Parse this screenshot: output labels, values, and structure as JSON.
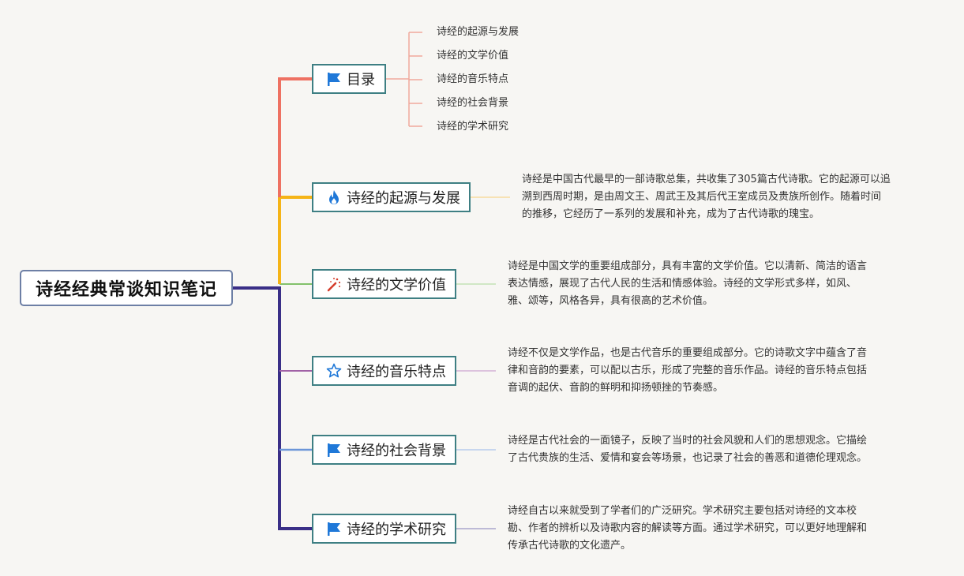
{
  "root": {
    "title": "诗经经典常谈知识笔记"
  },
  "colors": {
    "root_border": "#6d7fa5",
    "topic_border": "#3e7f83",
    "branch_toc": "#ee7162",
    "branch_origin": "#f5b417",
    "branch_value": "#82c16a",
    "branch_music": "#a162a6",
    "branch_society": "#6c96d8",
    "branch_research": "#3a2f87",
    "icon_blue": "#1f78d8",
    "icon_red": "#d43c2b"
  },
  "topics": [
    {
      "label": "目录",
      "icon": "flag-icon"
    },
    {
      "label": "诗经的起源与发展",
      "icon": "fire-icon"
    },
    {
      "label": "诗经的文学价值",
      "icon": "magic-wand-icon"
    },
    {
      "label": "诗经的音乐特点",
      "icon": "star-icon"
    },
    {
      "label": "诗经的社会背景",
      "icon": "flag-icon"
    },
    {
      "label": "诗经的学术研究",
      "icon": "flag-icon"
    }
  ],
  "toc_items": [
    "诗经的起源与发展",
    "诗经的文学价值",
    "诗经的音乐特点",
    "诗经的社会背景",
    "诗经的学术研究"
  ],
  "notes": {
    "origin": [
      "诗经是中国古代最早的一部诗歌总集，共收集了305篇古代诗歌。它的起源可以追",
      "溯到西周时期，是由周文王、周武王及其后代王室成员及贵族所创作。随着时间",
      "的推移，它经历了一系列的发展和补充，成为了古代诗歌的瑰宝。"
    ],
    "value": [
      "诗经是中国文学的重要组成部分，具有丰富的文学价值。它以清新、简洁的语言",
      "表达情感，展现了古代人民的生活和情感体验。诗经的文学形式多样，如风、",
      "雅、颂等，风格各异，具有很高的艺术价值。"
    ],
    "music": [
      "诗经不仅是文学作品，也是古代音乐的重要组成部分。它的诗歌文字中蕴含了音",
      "律和音韵的要素，可以配以古乐，形成了完整的音乐作品。诗经的音乐特点包括",
      "音调的起伏、音韵的鲜明和抑扬顿挫的节奏感。"
    ],
    "society": [
      "诗经是古代社会的一面镜子，反映了当时的社会风貌和人们的思想观念。它描绘",
      "了古代贵族的生活、爱情和宴会等场景，也记录了社会的善恶和道德伦理观念。"
    ],
    "research": [
      "诗经自古以来就受到了学者们的广泛研究。学术研究主要包括对诗经的文本校",
      "勘、作者的辨析以及诗歌内容的解读等方面。通过学术研究，可以更好地理解和",
      "传承古代诗歌的文化遗产。"
    ]
  }
}
